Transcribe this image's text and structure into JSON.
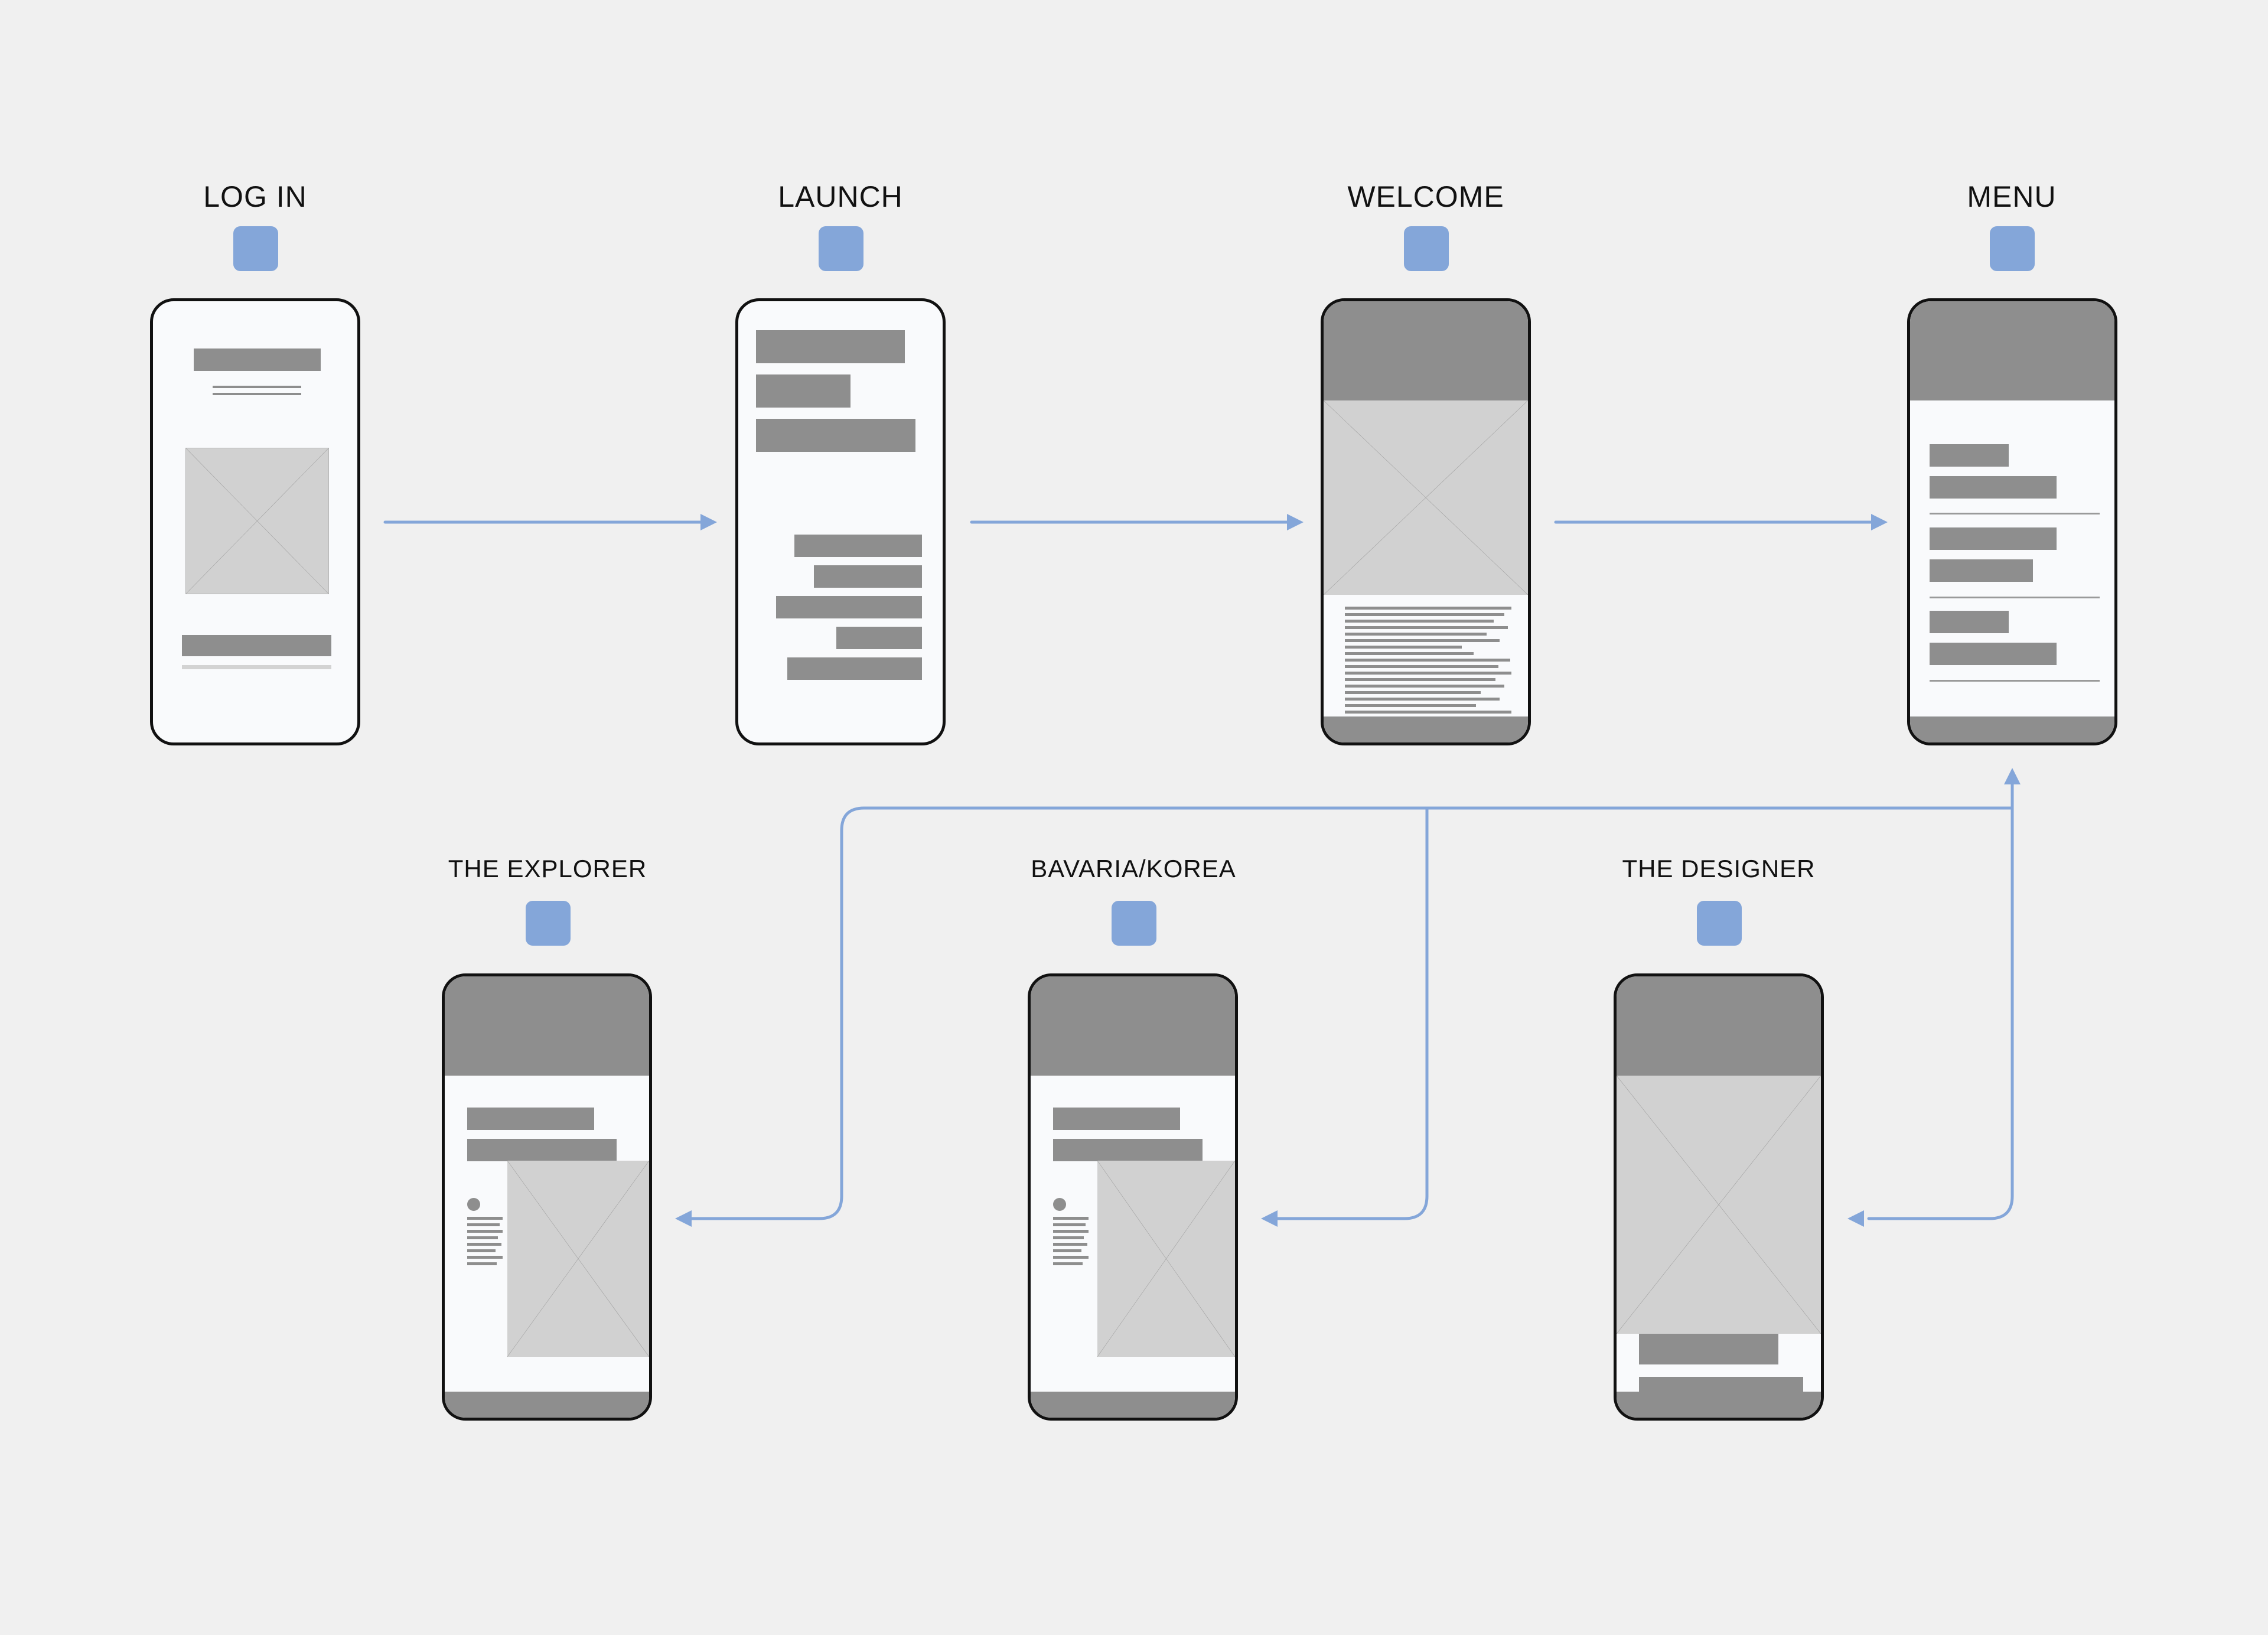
{
  "screens": {
    "login": {
      "label": "LOG IN"
    },
    "launch": {
      "label": "LAUNCH"
    },
    "welcome": {
      "label": "WELCOME"
    },
    "menu": {
      "label": "MENU"
    },
    "explorer": {
      "label": "THE EXPLORER"
    },
    "bavaria_korea": {
      "label": "BAVARIA/KOREA"
    },
    "designer": {
      "label": "THE DESIGNER"
    }
  },
  "colors": {
    "background": "#f0f0f0",
    "connector": "#84a6d9",
    "app_icon": "#84a6d9",
    "wireframe_block": "#8e8e8e",
    "image_placeholder": "#d1d1d1",
    "phone_outline": "#111111",
    "phone_screen": "#f9fafc"
  }
}
